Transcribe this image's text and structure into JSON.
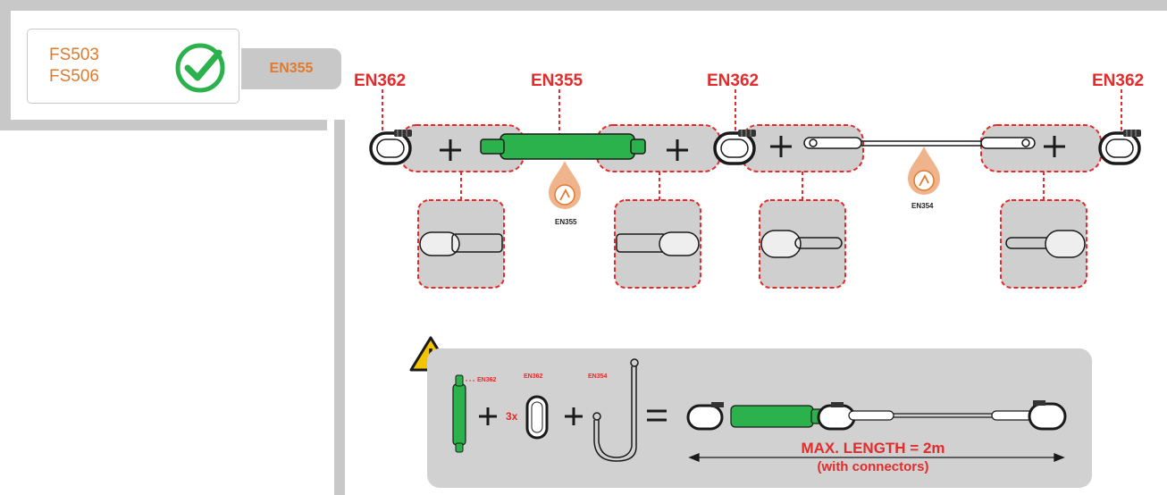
{
  "models": [
    "FS503",
    "FS506"
  ],
  "compatible_standard": "EN355",
  "top_labels": {
    "connector_left": "EN362",
    "absorber": "EN355",
    "connector_mid": "EN362",
    "connector_right": "EN362"
  },
  "drop_labels": {
    "absorber_drop": "EN355",
    "lanyard_drop": "EN354"
  },
  "warning": {
    "absorber_tag": "EN362",
    "connector_tag": "EN362",
    "multiplier": "3x",
    "lanyard_tag": "EN354",
    "max_length": "MAX. LENGTH = 2m",
    "max_length_note": "(with connectors)"
  },
  "colors": {
    "accent_orange": "#e07a2e",
    "alert_red": "#e42b2b",
    "absorber_green": "#2bb24c",
    "frame_grey": "#c8c8c8"
  },
  "icons": [
    "check-circle-icon",
    "warning-triangle-icon",
    "plus-icon",
    "equals-icon",
    "droplet-fall-icon",
    "carabiner-icon"
  ]
}
